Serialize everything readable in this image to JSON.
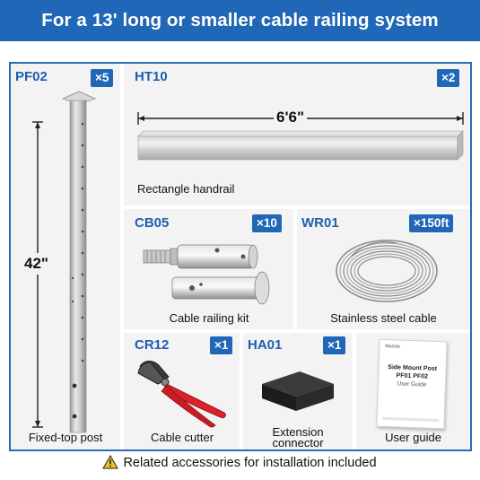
{
  "header": {
    "title": "For a 13' long or smaller cable railing system"
  },
  "items": {
    "post": {
      "code": "PF02",
      "qty": "×5",
      "height_label": "42\"",
      "caption": "Fixed-top post"
    },
    "handrail": {
      "code": "HT10",
      "qty": "×2",
      "length_label": "6'6\"",
      "caption": "Rectangle handrail"
    },
    "kit": {
      "code": "CB05",
      "qty": "×10",
      "caption": "Cable railing kit"
    },
    "cable": {
      "code": "WR01",
      "qty": "×150ft",
      "caption": "Stainless steel cable"
    },
    "cutter": {
      "code": "CR12",
      "qty": "×1",
      "caption": "Cable cutter"
    },
    "connector": {
      "code": "HA01",
      "qty": "×1",
      "caption_line1": "Extension",
      "caption_line2": "connector"
    },
    "guide": {
      "caption": "User guide",
      "brand": "Muzata",
      "title_line1": "Side Mount Post",
      "title_line2": "PF01 PF02",
      "title_line3": "User Guide"
    }
  },
  "footer": {
    "text": "Related accessories for installation included",
    "icon": "warning-icon"
  },
  "colors": {
    "accent": "#2167b7",
    "panel": "#f3f3f3",
    "handle": "#d9222a"
  }
}
